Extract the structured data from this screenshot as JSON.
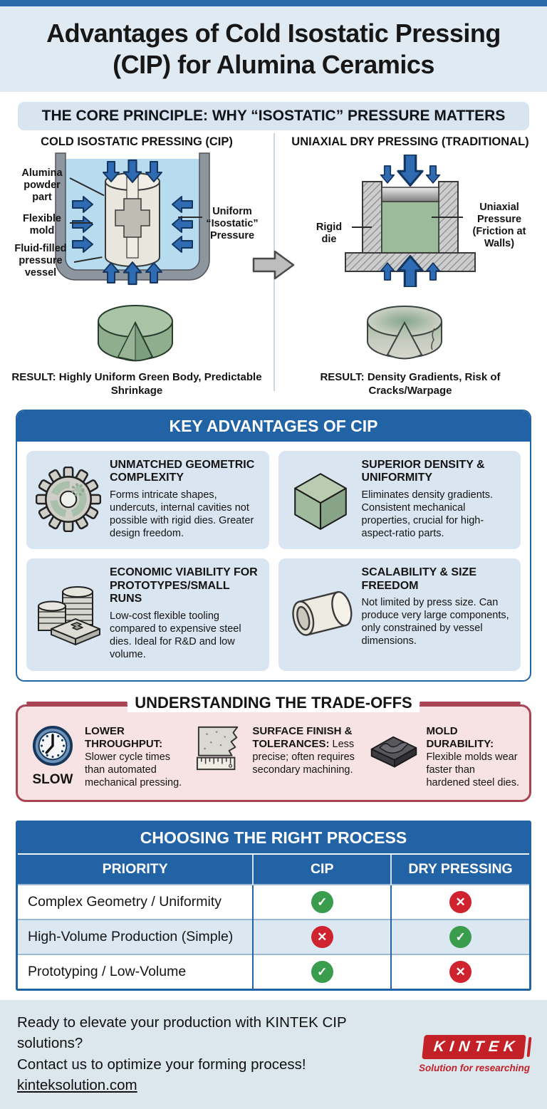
{
  "header": {
    "title_line1": "Advantages of Cold Isostatic Pressing",
    "title_line2": "(CIP) for Alumina Ceramics"
  },
  "core": {
    "section_title": "THE CORE PRINCIPLE: WHY “ISOSTATIC” PRESSURE MATTERS",
    "cip_title": "COLD ISOSTATIC PRESSING (CIP)",
    "dry_title": "UNIAXIAL DRY PRESSING (TRADITIONAL)",
    "labels": {
      "powder": "Alumina powder part",
      "mold": "Flexible mold",
      "vessel": "Fluid-filled pressure vessel",
      "uniform": "Uniform “Isostatic” Pressure",
      "die": "Rigid die",
      "uniaxial": "Uniaxial Pressure (Friction at Walls)"
    },
    "cip_result": "RESULT: Highly Uniform Green Body, Predictable Shrinkage",
    "dry_result": "RESULT: Density Gradients, Risk of Cracks/Warpage"
  },
  "advantages": {
    "section_title": "KEY ADVANTAGES OF CIP",
    "items": [
      {
        "icon": "gear-icon",
        "title": "UNMATCHED GEOMETRIC COMPLEXITY",
        "body": "Forms intricate shapes, undercuts, internal cavities not possible with rigid dies. Greater design freedom."
      },
      {
        "icon": "cube-icon",
        "title": "SUPERIOR DENSITY & UNIFORMITY",
        "body": "Eliminates density gradients. Consistent mechanical properties, crucial for high-aspect-ratio parts."
      },
      {
        "icon": "coins-mold-icon",
        "title": "ECONOMIC VIABILITY FOR PROTOTYPES/SMALL RUNS",
        "body": "Low-cost flexible tooling compared to expensive steel dies. Ideal for R&D and low volume."
      },
      {
        "icon": "tube-icon",
        "title": "SCALABILITY & SIZE FREEDOM",
        "body": "Not limited by press size. Can produce very large components, only constrained by vessel dimensions."
      }
    ]
  },
  "tradeoffs": {
    "section_title": "UNDERSTANDING THE TRADE-OFFS",
    "items": [
      {
        "icon": "clock-icon",
        "icon_caption": "SLOW",
        "title": "LOWER THROUGHPUT:",
        "body": "Slower cycle times than automated mechanical pressing."
      },
      {
        "icon": "surface-ruler-icon",
        "icon_caption": "",
        "title": "SURFACE FINISH & TOLERANCES:",
        "body": "Less precise; often requires secondary machining."
      },
      {
        "icon": "mold-block-icon",
        "icon_caption": "",
        "title": "MOLD DURABILITY:",
        "body": "Flexible molds wear faster than hardened steel dies."
      }
    ]
  },
  "table": {
    "section_title": "CHOOSING THE RIGHT PROCESS",
    "columns": [
      "PRIORITY",
      "CIP",
      "DRY PRESSING"
    ],
    "rows": [
      {
        "priority": "Complex Geometry / Uniformity",
        "cip": "yes",
        "dry": "no"
      },
      {
        "priority": "High-Volume Production (Simple)",
        "cip": "no",
        "dry": "yes"
      },
      {
        "priority": "Prototyping / Low-Volume",
        "cip": "yes",
        "dry": "no"
      }
    ]
  },
  "footer": {
    "line1": "Ready to elevate your production with KINTEK CIP solutions?",
    "line2_prefix": "Contact us to optimize your forming process! ",
    "link": "kinteksolution.com",
    "logo_text": "KINTEK",
    "tagline": "Solution for researching"
  },
  "colors": {
    "accent_blue": "#2263a5",
    "topbar_blue": "#2a6cab",
    "header_bg": "#e0eaf2",
    "panel_bg": "#d9e5f0",
    "arrow_blue": "#2e6bb2",
    "fluid_blue": "#b7dbef",
    "green_part": "#9cbb99",
    "tradeoff_bg": "#f7e3e3",
    "tradeoff_border": "#a94454",
    "check_green": "#3a9d4e",
    "cross_red": "#cf2430",
    "logo_red": "#c32127"
  }
}
